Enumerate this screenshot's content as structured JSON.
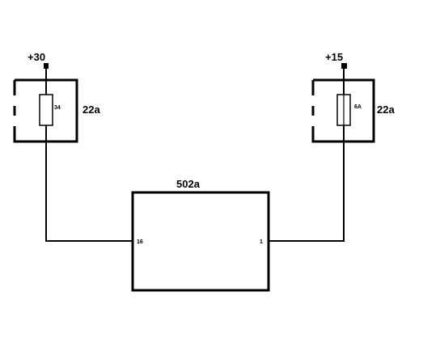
{
  "circuit": {
    "left_supply": {
      "terminal": "+30",
      "module_label": "22a",
      "fuse_label": "34",
      "pin_label": "16"
    },
    "right_supply": {
      "terminal": "+15",
      "module_label": "22a",
      "fuse_label": "6A",
      "pin_label": "1"
    },
    "control_unit": {
      "label": "502a"
    }
  }
}
